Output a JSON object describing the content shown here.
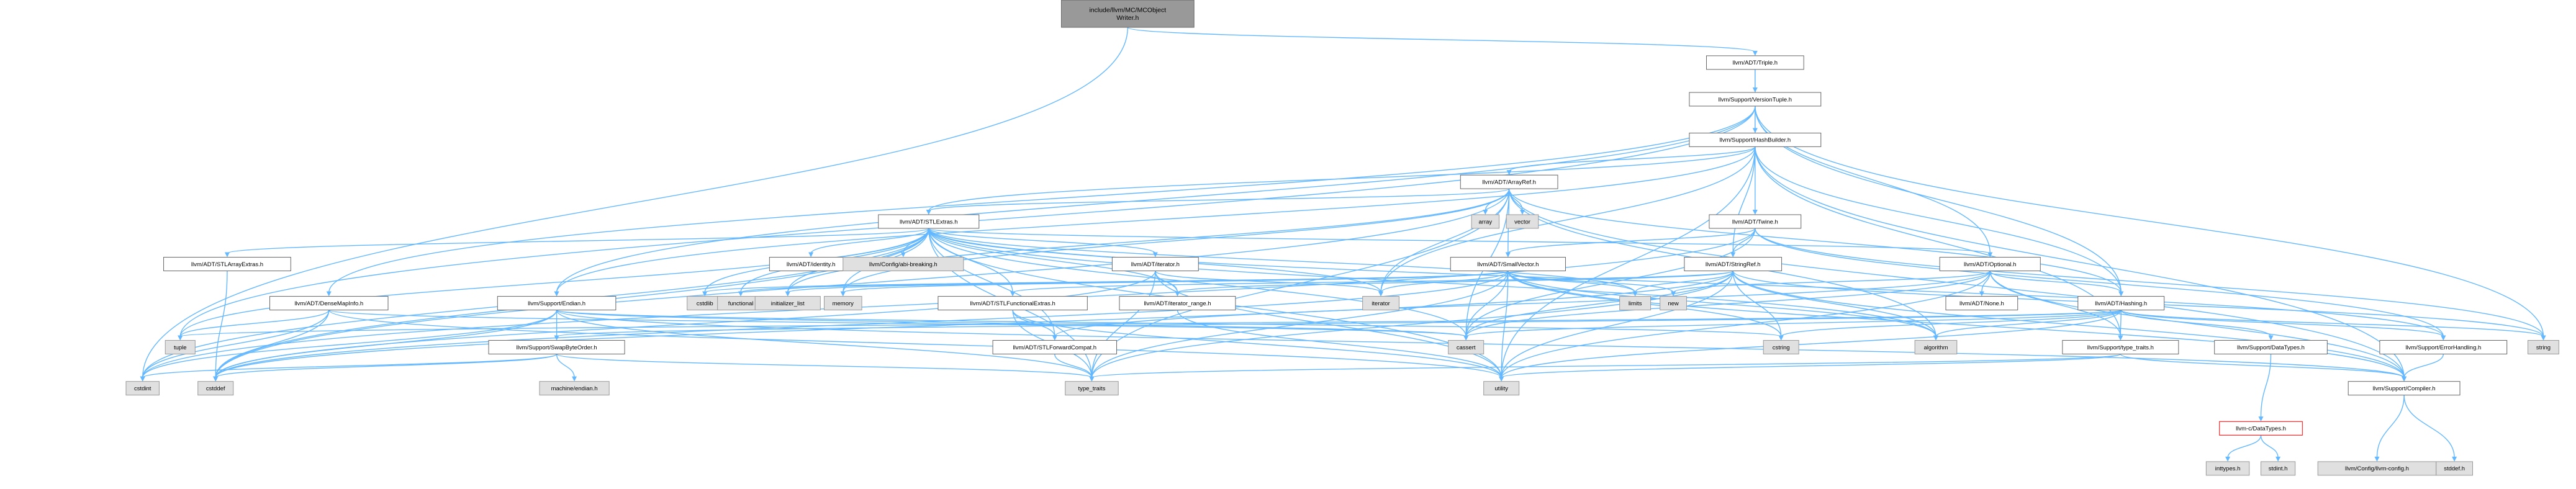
{
  "graph": {
    "title_lines": [
      "include/llvm/MC/MCObject",
      "Writer.h"
    ],
    "colors": {
      "edge": "#63b8ff",
      "file_node_fill": "#ffffff",
      "file_node_border": "#666666",
      "system_node_fill": "#e0e0e0",
      "system_node_border": "#999999",
      "root_node_fill": "#999999",
      "error_node_border": "#ff0000"
    },
    "nodes": [
      {
        "id": "root",
        "label": "include/llvm/MC/MCObjectWriter.h",
        "kind": "root"
      },
      {
        "id": "triple",
        "label": "llvm/ADT/Triple.h",
        "kind": "file"
      },
      {
        "id": "versiontuple",
        "label": "llvm/Support/VersionTuple.h",
        "kind": "file"
      },
      {
        "id": "hashbuilder",
        "label": "llvm/Support/HashBuilder.h",
        "kind": "file"
      },
      {
        "id": "arrayref",
        "label": "llvm/ADT/ArrayRef.h",
        "kind": "file"
      },
      {
        "id": "array",
        "label": "array",
        "kind": "system"
      },
      {
        "id": "vector",
        "label": "vector",
        "kind": "system"
      },
      {
        "id": "twine",
        "label": "llvm/ADT/Twine.h",
        "kind": "file"
      },
      {
        "id": "stlextras",
        "label": "llvm/ADT/STLExtras.h",
        "kind": "file"
      },
      {
        "id": "stlarrayextras",
        "label": "llvm/ADT/STLArrayExtras.h",
        "kind": "file"
      },
      {
        "id": "identity",
        "label": "llvm/ADT/identity.h",
        "kind": "file"
      },
      {
        "id": "configbreaking",
        "label": "llvm/Config/abi-breaking.h",
        "kind": "system"
      },
      {
        "id": "iteratorh",
        "label": "llvm/ADT/iterator.h",
        "kind": "file"
      },
      {
        "id": "smallvector",
        "label": "llvm/ADT/SmallVector.h",
        "kind": "file"
      },
      {
        "id": "stringref",
        "label": "llvm/ADT/StringRef.h",
        "kind": "file"
      },
      {
        "id": "optional",
        "label": "llvm/ADT/Optional.h",
        "kind": "file"
      },
      {
        "id": "densemapinfo",
        "label": "llvm/ADT/DenseMapInfo.h",
        "kind": "file"
      },
      {
        "id": "endian",
        "label": "llvm/Support/Endian.h",
        "kind": "file"
      },
      {
        "id": "cstdlib",
        "label": "cstdlib",
        "kind": "system"
      },
      {
        "id": "functional",
        "label": "functional",
        "kind": "system"
      },
      {
        "id": "initlist",
        "label": "initializer_list",
        "kind": "system"
      },
      {
        "id": "memory",
        "label": "memory",
        "kind": "system"
      },
      {
        "id": "stlfunctional",
        "label": "llvm/ADT/STLFunctionalExtras.h",
        "kind": "file"
      },
      {
        "id": "iteratorrange",
        "label": "llvm/ADT/iterator_range.h",
        "kind": "file"
      },
      {
        "id": "iterator",
        "label": "iterator",
        "kind": "system"
      },
      {
        "id": "limits",
        "label": "limits",
        "kind": "system"
      },
      {
        "id": "new",
        "label": "new",
        "kind": "system"
      },
      {
        "id": "noneh",
        "label": "llvm/ADT/None.h",
        "kind": "file"
      },
      {
        "id": "hashing",
        "label": "llvm/ADT/Hashing.h",
        "kind": "file"
      },
      {
        "id": "tuple",
        "label": "tuple",
        "kind": "system"
      },
      {
        "id": "swapbyteorder",
        "label": "llvm/Support/SwapByteOrder.h",
        "kind": "file"
      },
      {
        "id": "stlforward",
        "label": "llvm/ADT/STLForwardCompat.h",
        "kind": "file"
      },
      {
        "id": "cassert",
        "label": "cassert",
        "kind": "system"
      },
      {
        "id": "cstring",
        "label": "cstring",
        "kind": "system"
      },
      {
        "id": "algorithm",
        "label": "algorithm",
        "kind": "system"
      },
      {
        "id": "typetraitsh",
        "label": "llvm/Support/type_traits.h",
        "kind": "file"
      },
      {
        "id": "datatypes",
        "label": "llvm/Support/DataTypes.h",
        "kind": "file"
      },
      {
        "id": "errorhandling",
        "label": "llvm/Support/ErrorHandling.h",
        "kind": "file"
      },
      {
        "id": "string",
        "label": "string",
        "kind": "system"
      },
      {
        "id": "cstdint",
        "label": "cstdint",
        "kind": "system"
      },
      {
        "id": "cstddef",
        "label": "cstddef",
        "kind": "system"
      },
      {
        "id": "machineendian",
        "label": "machine/endian.h",
        "kind": "system"
      },
      {
        "id": "type_traits",
        "label": "type_traits",
        "kind": "system"
      },
      {
        "id": "utility",
        "label": "utility",
        "kind": "system"
      },
      {
        "id": "compiler",
        "label": "llvm/Support/Compiler.h",
        "kind": "file"
      },
      {
        "id": "cdatatypes",
        "label": "llvm-c/DataTypes.h",
        "kind": "error"
      },
      {
        "id": "inttypes",
        "label": "inttypes.h",
        "kind": "system"
      },
      {
        "id": "stdint",
        "label": "stdint.h",
        "kind": "system"
      },
      {
        "id": "llvmconfig",
        "label": "llvm/Config/llvm-config.h",
        "kind": "system"
      },
      {
        "id": "stddef",
        "label": "stddef.h",
        "kind": "system"
      }
    ],
    "edges": [
      [
        "root",
        "triple"
      ],
      [
        "root",
        "cstdint"
      ],
      [
        "triple",
        "versiontuple"
      ],
      [
        "triple",
        "twine"
      ],
      [
        "versiontuple",
        "hashbuilder"
      ],
      [
        "versiontuple",
        "hashing"
      ],
      [
        "versiontuple",
        "optional"
      ],
      [
        "versiontuple",
        "string"
      ],
      [
        "versiontuple",
        "tuple"
      ],
      [
        "versiontuple",
        "endian"
      ],
      [
        "versiontuple",
        "densemapinfo"
      ],
      [
        "hashbuilder",
        "arrayref"
      ],
      [
        "hashbuilder",
        "hashing"
      ],
      [
        "hashbuilder",
        "stlextras"
      ],
      [
        "hashbuilder",
        "stringref"
      ],
      [
        "hashbuilder",
        "endian"
      ],
      [
        "hashbuilder",
        "typetraitsh"
      ],
      [
        "hashbuilder",
        "iterator"
      ],
      [
        "hashbuilder",
        "utility"
      ],
      [
        "hashbuilder",
        "compiler"
      ],
      [
        "arrayref",
        "hashing"
      ],
      [
        "arrayref",
        "smallvector"
      ],
      [
        "arrayref",
        "stlextras"
      ],
      [
        "arrayref",
        "compiler"
      ],
      [
        "arrayref",
        "algorithm"
      ],
      [
        "arrayref",
        "array"
      ],
      [
        "arrayref",
        "cassert"
      ],
      [
        "arrayref",
        "cstddef"
      ],
      [
        "arrayref",
        "initlist"
      ],
      [
        "arrayref",
        "iterator"
      ],
      [
        "arrayref",
        "memory"
      ],
      [
        "arrayref",
        "type_traits"
      ],
      [
        "arrayref",
        "vector"
      ],
      [
        "twine",
        "smallvector"
      ],
      [
        "twine",
        "stringref"
      ],
      [
        "twine",
        "errorhandling"
      ],
      [
        "twine",
        "cassert"
      ],
      [
        "twine",
        "cstdint"
      ],
      [
        "twine",
        "string"
      ],
      [
        "stlextras",
        "stlarrayextras"
      ],
      [
        "stlextras",
        "stlforward"
      ],
      [
        "stlextras",
        "stlfunctional"
      ],
      [
        "stlextras",
        "identity"
      ],
      [
        "stlextras",
        "iteratorh"
      ],
      [
        "stlextras",
        "iteratorrange"
      ],
      [
        "stlextras",
        "configbreaking"
      ],
      [
        "stlextras",
        "errorhandling"
      ],
      [
        "stlextras",
        "algorithm"
      ],
      [
        "stlextras",
        "cassert"
      ],
      [
        "stlextras",
        "cstddef"
      ],
      [
        "stlextras",
        "cstdint"
      ],
      [
        "stlextras",
        "cstdlib"
      ],
      [
        "stlextras",
        "functional"
      ],
      [
        "stlextras",
        "initlist"
      ],
      [
        "stlextras",
        "iterator"
      ],
      [
        "stlextras",
        "limits"
      ],
      [
        "stlextras",
        "memory"
      ],
      [
        "stlextras",
        "tuple"
      ],
      [
        "stlextras",
        "type_traits"
      ],
      [
        "stlextras",
        "utility"
      ],
      [
        "stlextras",
        "optional"
      ],
      [
        "stlarrayextras",
        "cstddef"
      ],
      [
        "iteratorh",
        "iteratorrange"
      ],
      [
        "iteratorh",
        "cstddef"
      ],
      [
        "iteratorh",
        "iterator"
      ],
      [
        "iteratorh",
        "type_traits"
      ],
      [
        "iteratorh",
        "utility"
      ],
      [
        "iteratorrange",
        "utility"
      ],
      [
        "smallvector",
        "compiler"
      ],
      [
        "smallvector",
        "type_traits"
      ],
      [
        "smallvector",
        "algorithm"
      ],
      [
        "smallvector",
        "cassert"
      ],
      [
        "smallvector",
        "cstddef"
      ],
      [
        "smallvector",
        "cstdlib"
      ],
      [
        "smallvector",
        "cstring"
      ],
      [
        "smallvector",
        "functional"
      ],
      [
        "smallvector",
        "initlist"
      ],
      [
        "smallvector",
        "iterator"
      ],
      [
        "smallvector",
        "limits"
      ],
      [
        "smallvector",
        "memory"
      ],
      [
        "smallvector",
        "new"
      ],
      [
        "smallvector",
        "utility"
      ],
      [
        "stringref",
        "stlfunctional"
      ],
      [
        "stringref",
        "iteratorrange"
      ],
      [
        "stringref",
        "compiler"
      ],
      [
        "stringref",
        "algorithm"
      ],
      [
        "stringref",
        "cassert"
      ],
      [
        "stringref",
        "cstddef"
      ],
      [
        "stringref",
        "cstring"
      ],
      [
        "stringref",
        "limits"
      ],
      [
        "stringref",
        "string"
      ],
      [
        "stringref",
        "type_traits"
      ],
      [
        "stringref",
        "utility"
      ],
      [
        "optional",
        "hashing"
      ],
      [
        "optional",
        "noneh"
      ],
      [
        "optional",
        "stlforward"
      ],
      [
        "optional",
        "compiler"
      ],
      [
        "optional",
        "typetraitsh"
      ],
      [
        "optional",
        "cassert"
      ],
      [
        "optional",
        "new"
      ],
      [
        "optional",
        "utility"
      ],
      [
        "densemapinfo",
        "cassert"
      ],
      [
        "densemapinfo",
        "cstddef"
      ],
      [
        "densemapinfo",
        "cstdint"
      ],
      [
        "densemapinfo",
        "tuple"
      ],
      [
        "densemapinfo",
        "utility"
      ],
      [
        "endian",
        "compiler"
      ],
      [
        "endian",
        "swapbyteorder"
      ],
      [
        "endian",
        "cassert"
      ],
      [
        "endian",
        "cstddef"
      ],
      [
        "endian",
        "cstdint"
      ],
      [
        "endian",
        "cstring"
      ],
      [
        "endian",
        "type_traits"
      ],
      [
        "stlfunctional",
        "stlforward"
      ],
      [
        "stlfunctional",
        "type_traits"
      ],
      [
        "stlfunctional",
        "utility"
      ],
      [
        "stlforward",
        "type_traits"
      ],
      [
        "hashing",
        "errorhandling"
      ],
      [
        "hashing",
        "datatypes"
      ],
      [
        "hashing",
        "swapbyteorder"
      ],
      [
        "hashing",
        "typetraitsh"
      ],
      [
        "hashing",
        "algorithm"
      ],
      [
        "hashing",
        "cassert"
      ],
      [
        "hashing",
        "cstring"
      ],
      [
        "hashing",
        "string"
      ],
      [
        "hashing",
        "tuple"
      ],
      [
        "hashing",
        "utility"
      ],
      [
        "swapbyteorder",
        "cstddef"
      ],
      [
        "swapbyteorder",
        "cstdint"
      ],
      [
        "swapbyteorder",
        "type_traits"
      ],
      [
        "swapbyteorder",
        "machineendian"
      ],
      [
        "typetraitsh",
        "compiler"
      ],
      [
        "typetraitsh",
        "type_traits"
      ],
      [
        "typetraitsh",
        "utility"
      ],
      [
        "datatypes",
        "cdatatypes"
      ],
      [
        "cdatatypes",
        "inttypes"
      ],
      [
        "cdatatypes",
        "stdint"
      ],
      [
        "errorhandling",
        "compiler"
      ],
      [
        "compiler",
        "llvmconfig"
      ],
      [
        "compiler",
        "stddef"
      ]
    ]
  }
}
